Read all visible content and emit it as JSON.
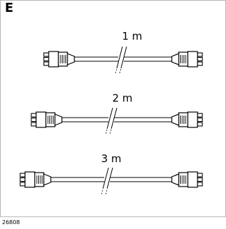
{
  "panel": {
    "letter": "E"
  },
  "cables": [
    {
      "length_label": "1 m"
    },
    {
      "length_label": "2 m"
    },
    {
      "length_label": "3 m"
    }
  ],
  "figure_number": "26808"
}
